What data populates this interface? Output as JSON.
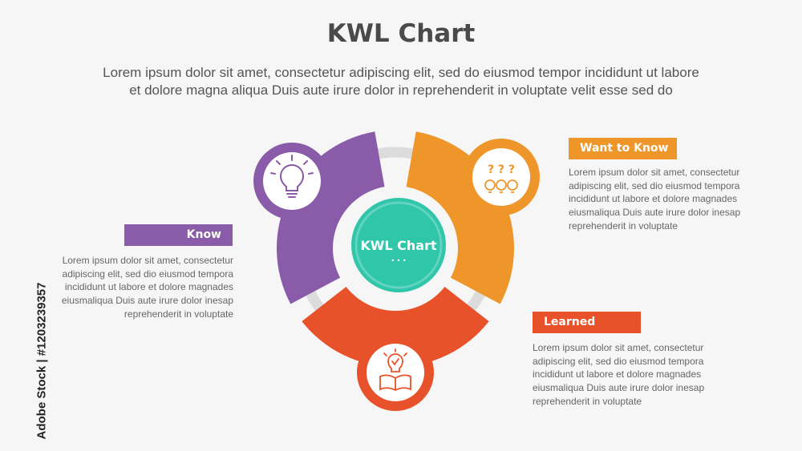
{
  "header": {
    "title": "KWL Chart",
    "subtitle_lines": [
      "Lorem ipsum dolor sit amet, consectetur adipiscing elit, sed do eiusmod tempor incididunt ut labore",
      "et dolore magna aliqua Duis aute irure dolor in reprehenderit in voluptate velit esse sed do"
    ]
  },
  "center": {
    "title": "KWL Chart",
    "dots": "• • •"
  },
  "sections": {
    "know": {
      "label": "Know",
      "color": "#8a5ba8",
      "icon": "lightbulb-icon",
      "desc_lines": [
        "Lorem ipsum dolor sit amet, consectetur",
        "adipiscing elit, sed dio eiusmod tempora",
        "incididunt ut labore et dolore magnades",
        "eiusmaliqua Duis aute irure dolor inesap",
        "reprehenderit in voluptate"
      ]
    },
    "want": {
      "label": "Want to Know",
      "color": "#ef962b",
      "icon": "question-bulbs-icon",
      "icon_text": "? ? ?",
      "desc_lines": [
        "Lorem ipsum dolor sit amet, consectetur",
        "adipiscing elit, sed dio eiusmod tempora",
        "incididunt ut labore et dolore magnades",
        "eiusmaliqua Duis aute irure dolor inesap",
        "reprehenderit in voluptate"
      ]
    },
    "learned": {
      "label": "Learned",
      "color": "#e8522a",
      "icon": "book-bulb-icon",
      "desc_lines": [
        "Lorem ipsum dolor sit amet, consectetur",
        "adipiscing elit, sed dio eiusmod tempora",
        "incididunt ut labore et dolore magnades",
        "eiusmaliqua Duis aute irure dolor inesap",
        "reprehenderit in voluptate"
      ]
    }
  },
  "center_color": "#2fc6aa",
  "ring_color": "#dcdcdc",
  "watermark": "Adobe Stock | #1203239357"
}
